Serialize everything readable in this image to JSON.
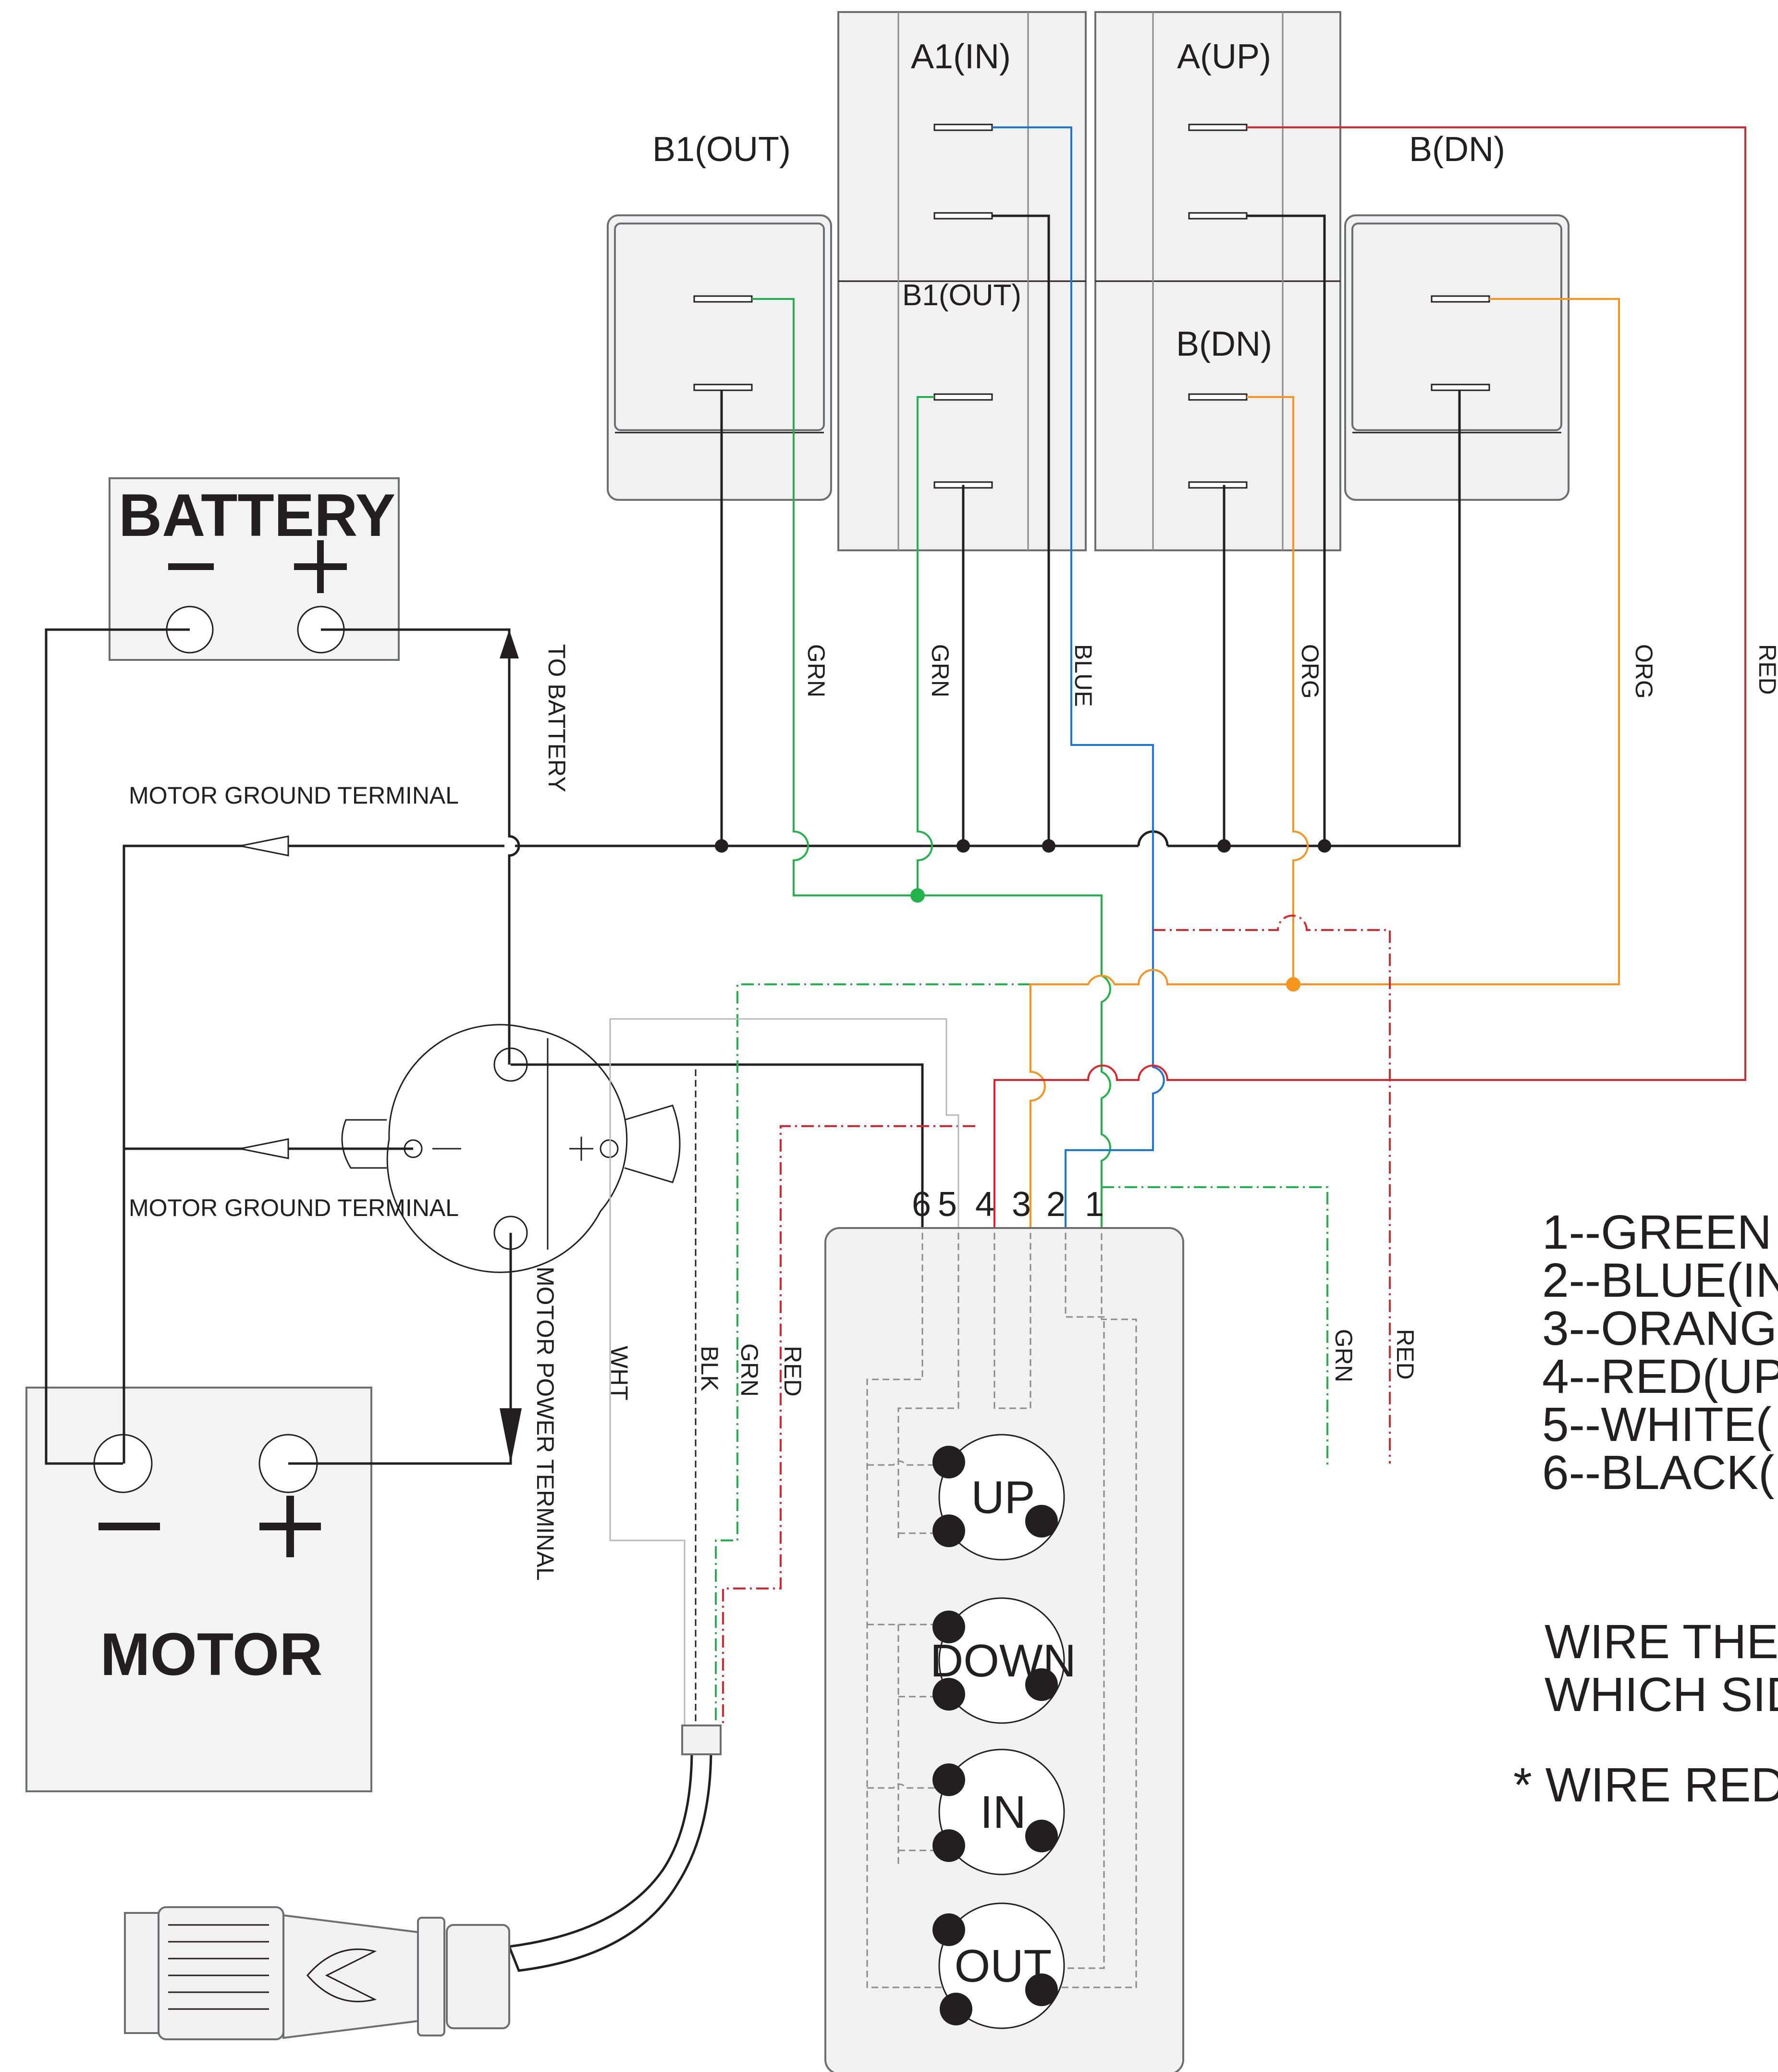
{
  "relays": {
    "a1_in": "A1(IN)",
    "a_up": "A(UP)",
    "b1_out_left": "B1(OUT)",
    "b1_out_mid": "B1(OUT)",
    "b_dn_mid": "B(DN)",
    "b_dn_right": "B(DN)"
  },
  "battery": {
    "title": "BATTERY",
    "minus": "—",
    "plus": "+"
  },
  "motor": {
    "title": "MOTOR",
    "minus": "—",
    "plus": "+"
  },
  "labels": {
    "to_battery": "TO BATTERY",
    "motor_ground_terminal_top": "MOTOR GROUND TERMINAL",
    "motor_ground_terminal_bottom": "MOTOR GROUND TERMINAL",
    "motor_power_terminal": "MOTOR POWER TERMINAL"
  },
  "wire_labels": {
    "grn_a": "GRN",
    "grn_b": "GRN",
    "blue": "BLUE",
    "org_a": "ORG",
    "org_b": "ORG",
    "red_top": "RED",
    "wht": "WHT",
    "blk": "BLK",
    "grn_c": "GRN",
    "red_c": "RED",
    "grn_d": "GRN",
    "red_d": "RED"
  },
  "pins": [
    "6",
    "5",
    "4",
    "3",
    "2",
    "1"
  ],
  "buttons": [
    "UP",
    "DOWN",
    "IN",
    "OUT"
  ],
  "legend": [
    "1--GREEN",
    "2--BLUE(IN",
    "3--ORANG",
    "4--RED(UP",
    "5--WHITE(",
    "6--BLACK("
  ],
  "notes": [
    "WIRE THE",
    "WHICH SID",
    "* WIRE RED"
  ],
  "colors": {
    "green": "#22b34a",
    "blue": "#1c75d8",
    "orange": "#f7941d",
    "red": "#e0242b",
    "black": "#231f20",
    "gray": "#8a8a8a"
  }
}
